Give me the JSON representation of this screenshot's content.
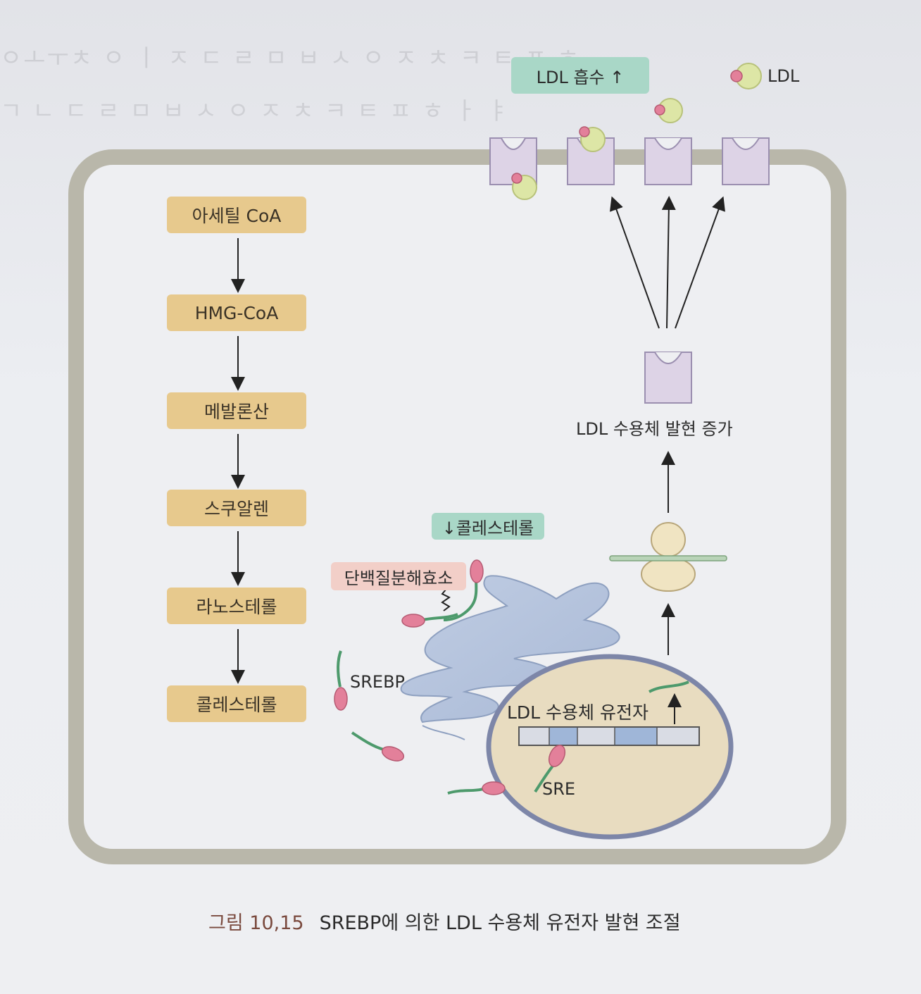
{
  "pathway": {
    "steps": [
      "아세틸 CoA",
      "HMG-CoA",
      "메발론산",
      "스쿠알렌",
      "라노스테롤",
      "콜레스테롤"
    ]
  },
  "labels": {
    "ldl_uptake": "LDL 흡수 ↑",
    "ldl_legend": "LDL",
    "receptor_increase": "LDL 수용체 발현 증가",
    "cholesterol_low": "↓콜레스테롤",
    "protease": "단백질분해효소",
    "srebp": "SREBP",
    "gene": "LDL 수용체 유전자",
    "sre": "SRE"
  },
  "caption": {
    "number": "그림 10,15",
    "text": "SREBP에 의한 LDL 수용체 유전자 발현 조절"
  },
  "colors": {
    "cell_membrane": "#b9b7aa",
    "pathway_box": "#e7c98d",
    "receptor": "#ddd3e6",
    "golgi": "#b5c4dc",
    "nucleus": "#e8dcc0",
    "ldl_core": "#dde6a6",
    "ldl_dot": "#e3809a"
  }
}
